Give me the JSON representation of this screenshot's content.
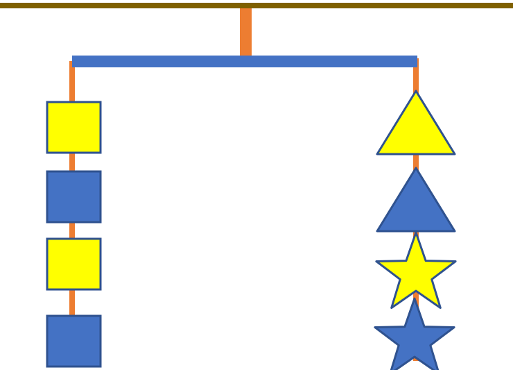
{
  "colors": {
    "ceiling": "#7f6000",
    "string": "#ed7d31",
    "bar": "#4472c4",
    "yellow": "#ffff00",
    "blue": "#4472c4",
    "outline": "#2f528f"
  },
  "mobile": {
    "left_arm": [
      {
        "shape": "square",
        "fill": "yellow"
      },
      {
        "shape": "square",
        "fill": "blue"
      },
      {
        "shape": "square",
        "fill": "yellow"
      },
      {
        "shape": "square",
        "fill": "blue"
      }
    ],
    "right_arm": [
      {
        "shape": "triangle",
        "fill": "yellow"
      },
      {
        "shape": "triangle",
        "fill": "blue"
      },
      {
        "shape": "star",
        "fill": "yellow"
      },
      {
        "shape": "star",
        "fill": "blue"
      }
    ]
  }
}
